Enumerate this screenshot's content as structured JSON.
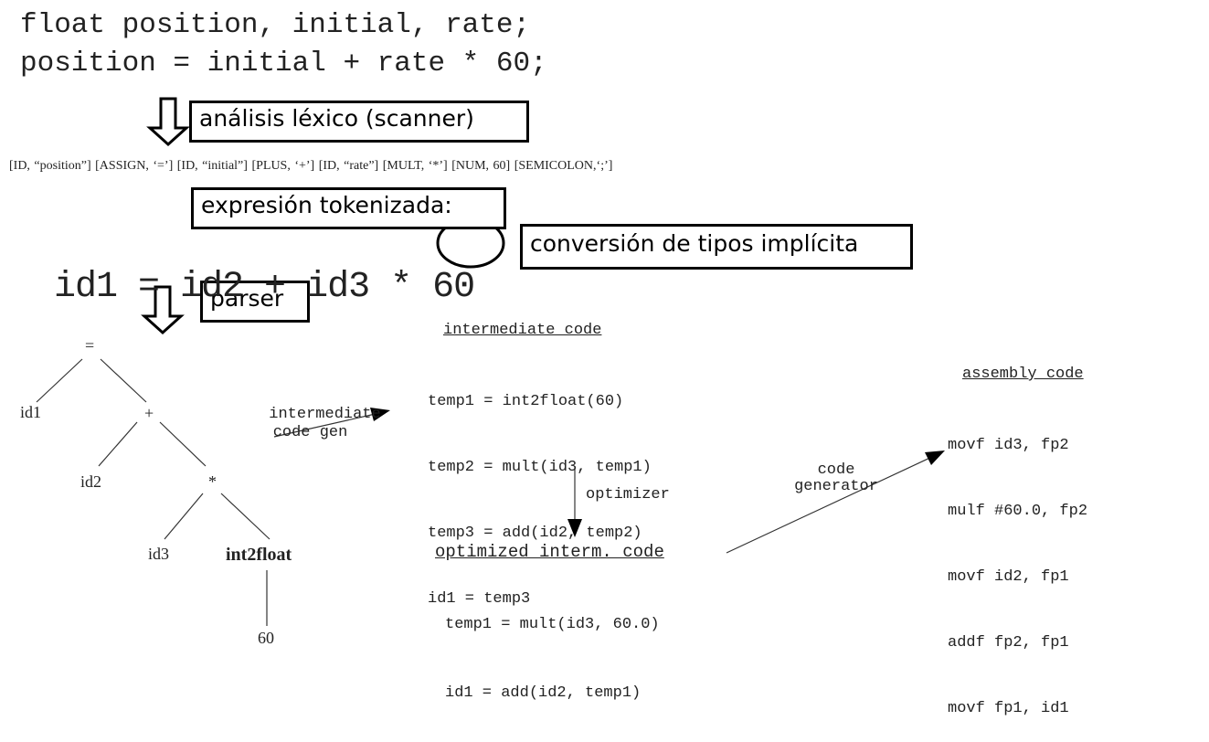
{
  "source": {
    "line1": "float position, initial, rate;",
    "line2": "position = initial + rate * 60;"
  },
  "labels": {
    "lexical": "análisis léxico (scanner)",
    "tokenized": "expresión tokenizada:",
    "conversion": "conversión de tipos implícita",
    "parser": "parser"
  },
  "tokens": "[ID, “position”] [ASSIGN, ‘=’] [ID, “initial”] [PLUS, ‘+’] [ID, “rate”] [MULT, ‘*’] [NUM, 60] [SEMICOLON,‘;’]",
  "tokenized_expr": {
    "part1": "id1 = id2 + id3 * ",
    "num": "60"
  },
  "tree": {
    "assign": "=",
    "id1": "id1",
    "plus": "+",
    "id2": "id2",
    "mult": "*",
    "id3": "id3",
    "int2float": "int2float",
    "num": "60"
  },
  "intermediate": {
    "title": "intermediate code",
    "gen_label_1": "intermediate",
    "gen_label_2": "code gen",
    "lines": [
      "temp1 = int2float(60)",
      "temp2 = mult(id3, temp1)",
      "temp3 = add(id2, temp2)",
      "id1 = temp3"
    ]
  },
  "optimizer": {
    "label": "optimizer",
    "title": "optimized interm. code",
    "lines": [
      "temp1 = mult(id3, 60.0)",
      "id1 = add(id2, temp1)"
    ]
  },
  "codegen": {
    "label_1": "code",
    "label_2": "generator"
  },
  "assembly": {
    "title": "assembly code",
    "lines": [
      "movf id3, fp2",
      "mulf #60.0, fp2",
      "movf id2, fp1",
      "addf fp2, fp1",
      "movf fp1, id1"
    ]
  }
}
